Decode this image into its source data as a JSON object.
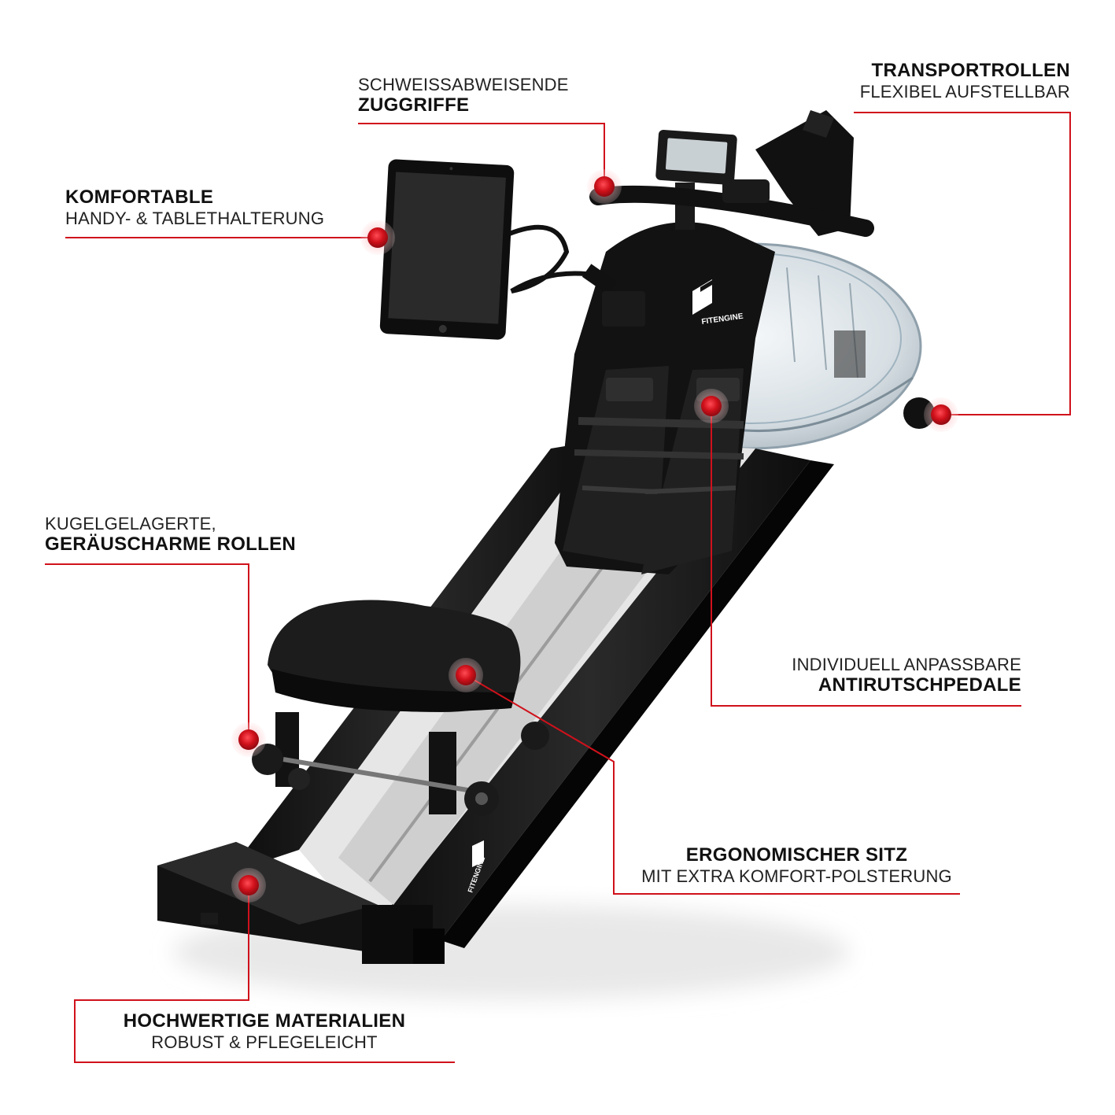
{
  "callouts": {
    "sweat": {
      "line1": "SCHWEISSABWEISENDE",
      "line2": "ZUGGRIFFE"
    },
    "transport": {
      "line1": "TRANSPORTROLLEN",
      "line2": "FLEXIBEL AUFSTELLBAR"
    },
    "tablet": {
      "line1": "KOMFORTABLE",
      "line2": "HANDY- & TABLETHALTERUNG"
    },
    "rollers": {
      "line1": "KUGELGELAGERTE,",
      "line2": "GERÄUSCHARME ROLLEN"
    },
    "pedals": {
      "line1": "INDIVIDUELL ANPASSBARE",
      "line2": "ANTIRUTSCHPEDALE"
    },
    "seat": {
      "line1": "ERGONOMISCHER SITZ",
      "line2": "MIT EXTRA KOMFORT-POLSTERUNG"
    },
    "materials": {
      "line1": "HOCHWERTIGE MATERIALIEN",
      "line2": "ROBUST & PFLEGELEICHT"
    }
  },
  "brand": {
    "logo_text": "FITENGINE"
  },
  "colors": {
    "accent": "#d0111b",
    "frame": "#151515",
    "tank": "#cfd8de"
  }
}
